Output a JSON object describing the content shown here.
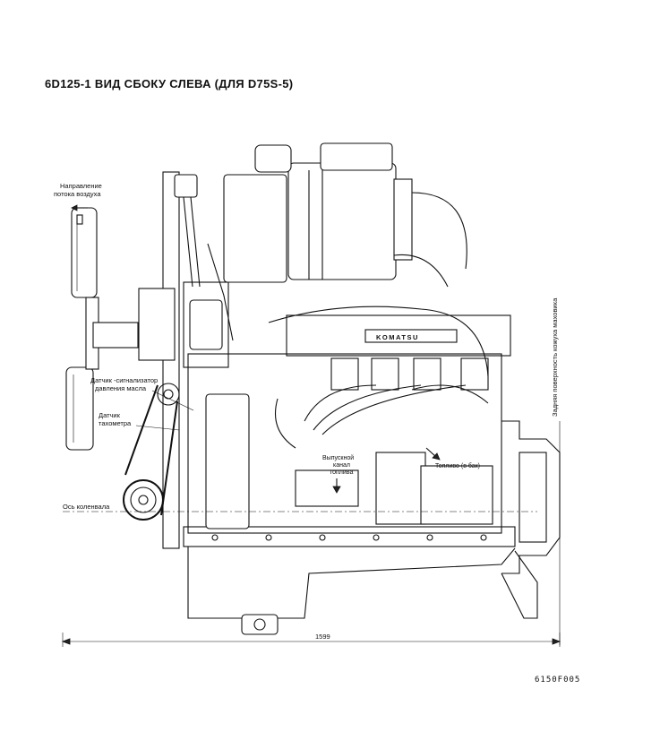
{
  "title": "6D125-1 ВИД СБОКУ СЛЕВА (ДЛЯ D75S-5)",
  "labels": {
    "airflow_line1": "Направление",
    "airflow_line2": "потока воздуха",
    "oil_sensor_line1": "Датчик -сигнализатор",
    "oil_sensor_line2": "давления масла",
    "tacho_line1": "Датчик",
    "tacho_line2": "тахометра",
    "crankshaft_axis": "Ось коленвала",
    "exhaust_line1": "Выпускной",
    "exhaust_line2": "канал",
    "exhaust_line3": "топлива",
    "fuel_to_tank": "Топливо (в бак)",
    "flywheel_surface": "Задняя поверхность кожуха маховика",
    "brand": "KOMATSU"
  },
  "dimension": "1599",
  "figure_code": "6150F005"
}
